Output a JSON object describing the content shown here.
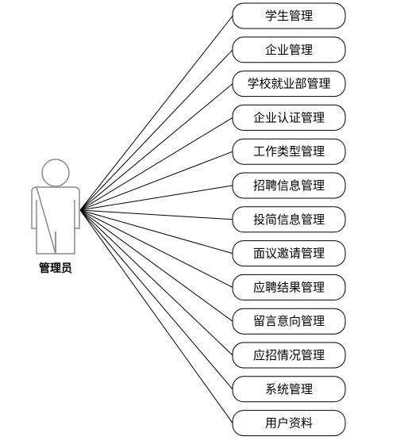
{
  "actor": {
    "name": "管理员",
    "icon": "user-icon"
  },
  "use_cases": [
    {
      "label": "学生管理"
    },
    {
      "label": "企业管理"
    },
    {
      "label": "学校就业部管理"
    },
    {
      "label": "企业认证管理"
    },
    {
      "label": "工作类型管理"
    },
    {
      "label": "招聘信息管理"
    },
    {
      "label": "投简信息管理"
    },
    {
      "label": "面议邀请管理"
    },
    {
      "label": "应聘结果管理"
    },
    {
      "label": "留言意向管理"
    },
    {
      "label": "应招情况管理"
    },
    {
      "label": "系统管理"
    },
    {
      "label": "用户资料"
    }
  ],
  "colors": {
    "stroke": "#000000",
    "actor_stroke": "#8a8a8a",
    "background": "#ffffff"
  }
}
